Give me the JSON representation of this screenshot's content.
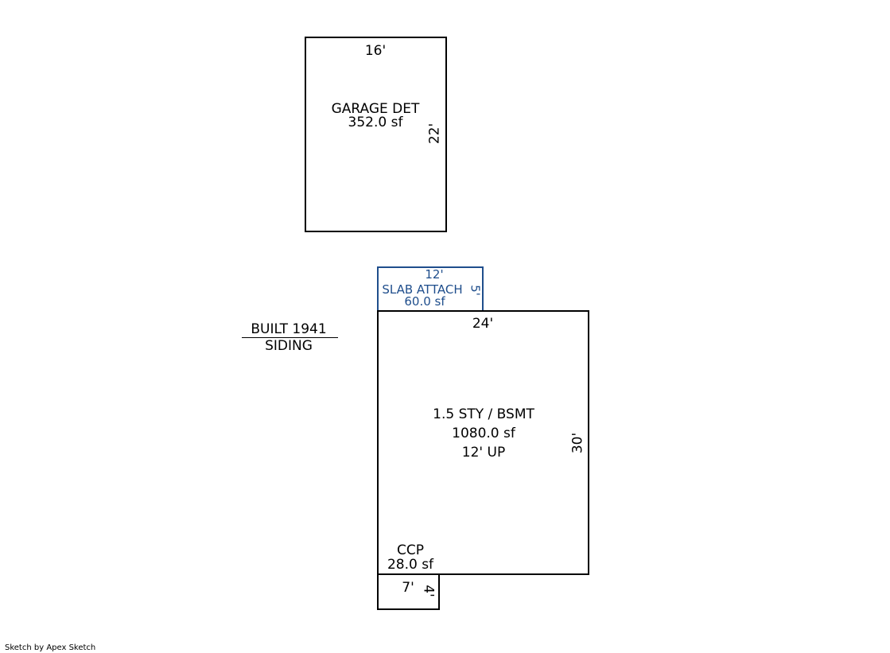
{
  "garage": {
    "name": "GARAGE DET",
    "area": "352.0 sf",
    "width_label": "16'",
    "depth_label": "22'"
  },
  "slab": {
    "name": "SLAB ATTACH",
    "area": "60.0 sf",
    "width_label": "12'",
    "depth_label": "5'",
    "color": "#1f4e8c"
  },
  "house": {
    "name": "1.5 STY / BSMT",
    "area": "1080.0 sf",
    "note": "12' UP",
    "width_label": "24'",
    "depth_label": "30'"
  },
  "ccp": {
    "name": "CCP",
    "area": "28.0 sf",
    "width_label": "7'",
    "depth_label": "4'"
  },
  "legend": {
    "top": "BUILT 1941",
    "bottom": "SIDING"
  },
  "credit": "Sketch by Apex Sketch"
}
